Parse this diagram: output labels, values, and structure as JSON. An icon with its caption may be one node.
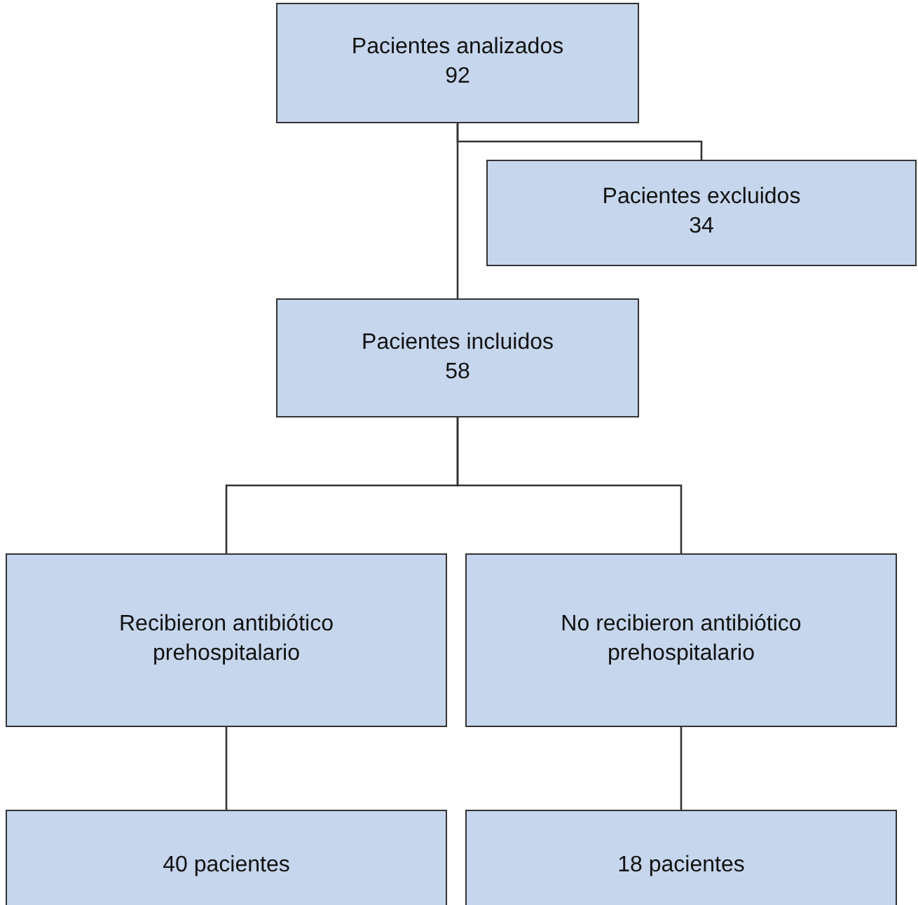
{
  "diagram": {
    "nodes": [
      {
        "text": [
          "Pacientes analizados",
          "92"
        ]
      },
      {
        "text": [
          "Pacientes excluidos",
          "34"
        ]
      },
      {
        "text": [
          "Pacientes incluidos",
          "58"
        ]
      },
      {
        "text": [
          "Recibieron antibiótico prehospitalario"
        ]
      },
      {
        "text": [
          "No recibieron antibiótico prehospitalario"
        ]
      },
      {
        "text": [
          "40 pacientes"
        ]
      },
      {
        "text": [
          "18 pacientes"
        ]
      }
    ],
    "edges": [
      {
        "from": 0,
        "to": 2,
        "arrow": "none"
      },
      {
        "from": 0,
        "to": 1,
        "arrow": "none"
      },
      {
        "from": 2,
        "to": 3,
        "arrow": "none"
      },
      {
        "from": 2,
        "to": 4,
        "arrow": "none"
      },
      {
        "from": 3,
        "to": 5,
        "arrow": "none"
      },
      {
        "from": 4,
        "to": 6,
        "arrow": "none"
      }
    ]
  }
}
